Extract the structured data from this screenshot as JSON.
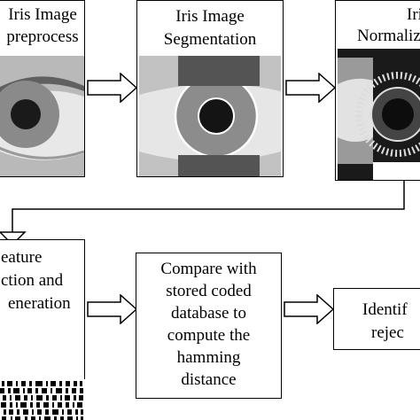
{
  "stages": {
    "preprocess": {
      "line1": "Iris Image",
      "line2": "preprocess"
    },
    "segmentation": {
      "line1": "Iris Image",
      "line2": "Segmentation"
    },
    "normalization": {
      "line1": "Iris",
      "line2": "Normaliz"
    },
    "feature": {
      "line1": "eature",
      "line2": "ction and",
      "line3": "eneration"
    },
    "compare": {
      "line1": "Compare with",
      "line2": "stored coded",
      "line3": "database to",
      "line4": "compute the",
      "line5": "hamming",
      "line6": "distance"
    },
    "identify": {
      "line1": "Identif",
      "line2": "rejec"
    }
  }
}
